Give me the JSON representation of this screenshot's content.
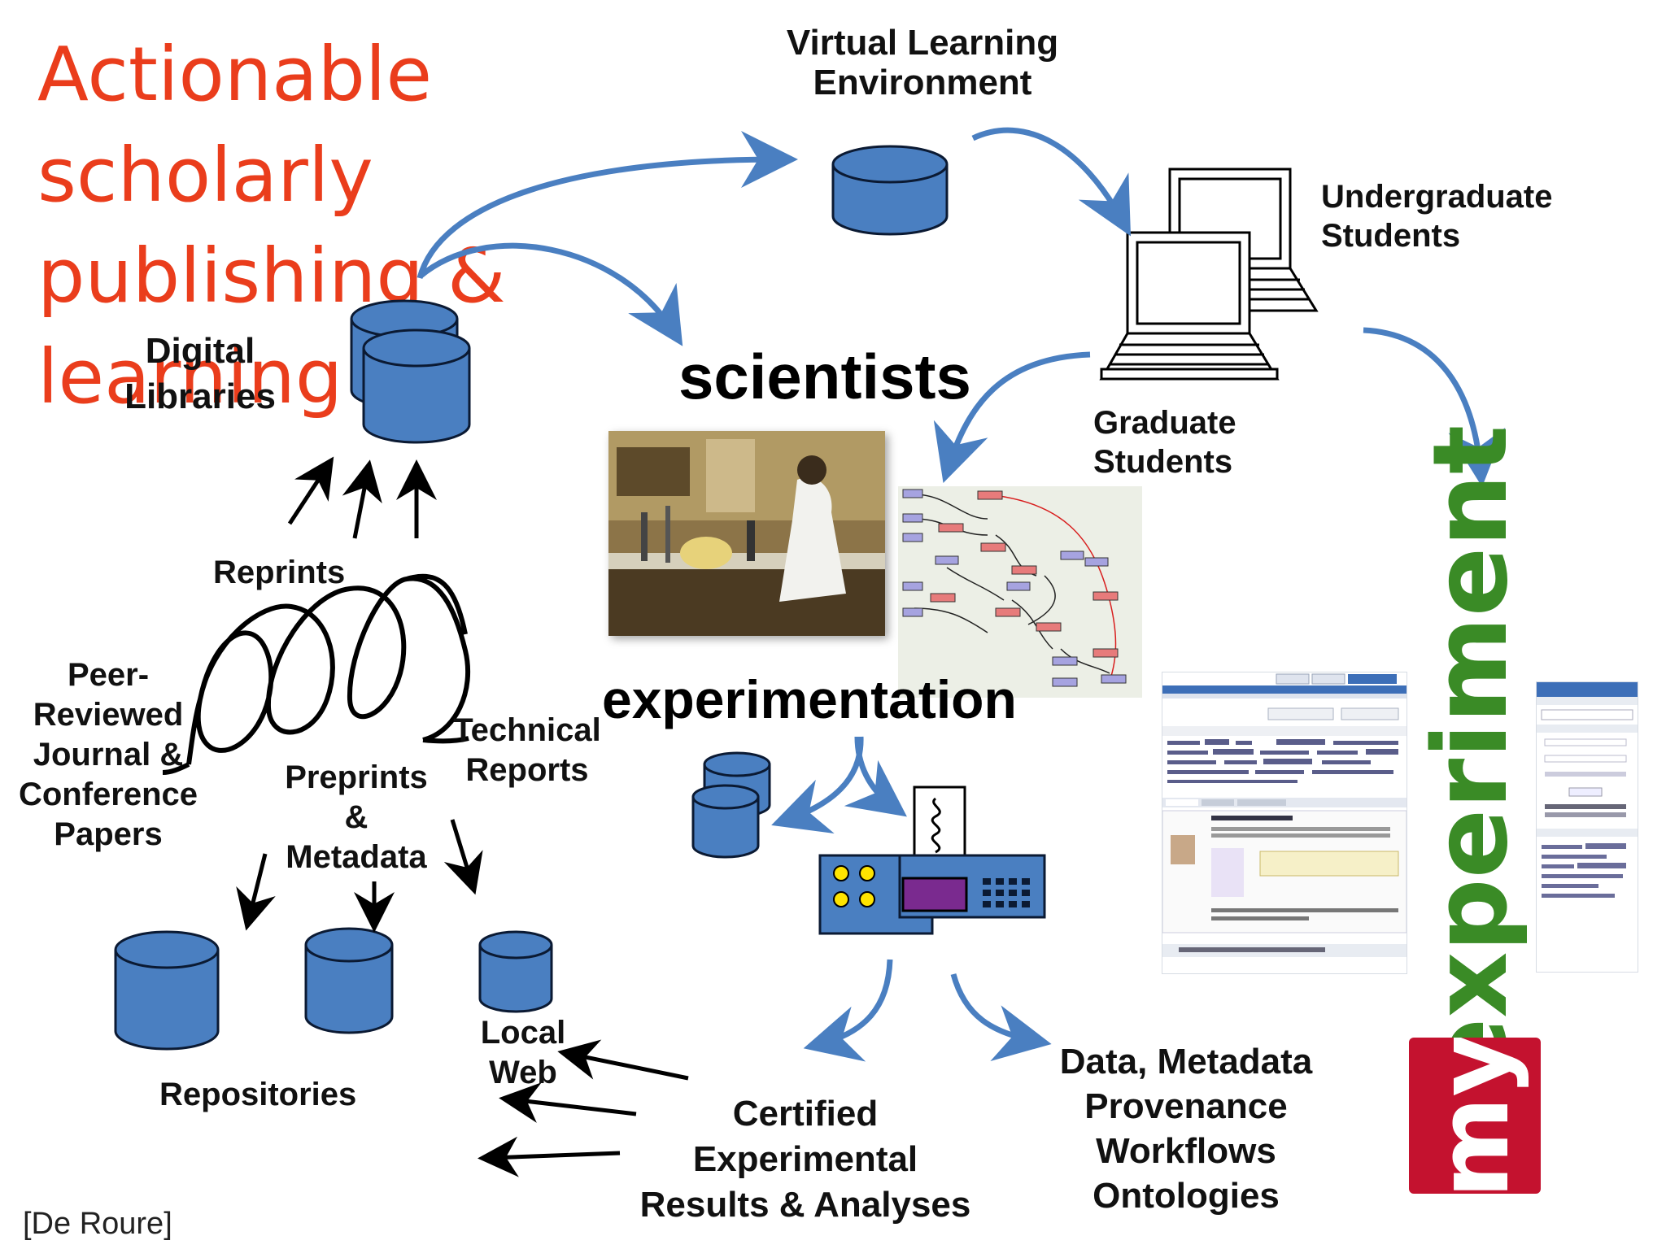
{
  "title": {
    "line1": "Actionable scholarly",
    "line2": "publishing &",
    "line3": "learning"
  },
  "labels": {
    "vle_line1": "Virtual Learning",
    "vle_line2": "Environment",
    "undergrad_line1": "Undergraduate",
    "undergrad_line2": "Students",
    "grad_line1": "Graduate",
    "grad_line2": "Students",
    "digital_line1": "Digital",
    "digital_line2": "Libraries",
    "scientists": "scientists",
    "experimentation": "experimentation",
    "reprints": "Reprints",
    "peer_line1": "Peer-",
    "peer_line2": "Reviewed",
    "peer_line3": "Journal &",
    "peer_line4": "Conference",
    "peer_line5": "Papers",
    "preprints_line1": "Preprints",
    "preprints_line2": "&",
    "preprints_line3": "Metadata",
    "tech_line1": "Technical",
    "tech_line2": "Reports",
    "repositories": "Repositories",
    "localweb_line1": "Local",
    "localweb_line2": "Web",
    "certified_line1": "Certified",
    "certified_line2": "Experimental",
    "certified_line3": "Results & Analyses",
    "data_line1": "Data, Metadata",
    "data_line2": "Provenance",
    "data_line3": "Workflows",
    "data_line4": "Ontologies",
    "credit": "[De Roure]"
  },
  "brand": {
    "my": "my",
    "experiment": "experiment"
  },
  "colors": {
    "title": "#ea3d1c",
    "cylinder_fill": "#4a7fc1",
    "arrow_blue": "#4a7fc1",
    "brand_red": "#c4122f",
    "brand_green": "#3a8b26"
  }
}
